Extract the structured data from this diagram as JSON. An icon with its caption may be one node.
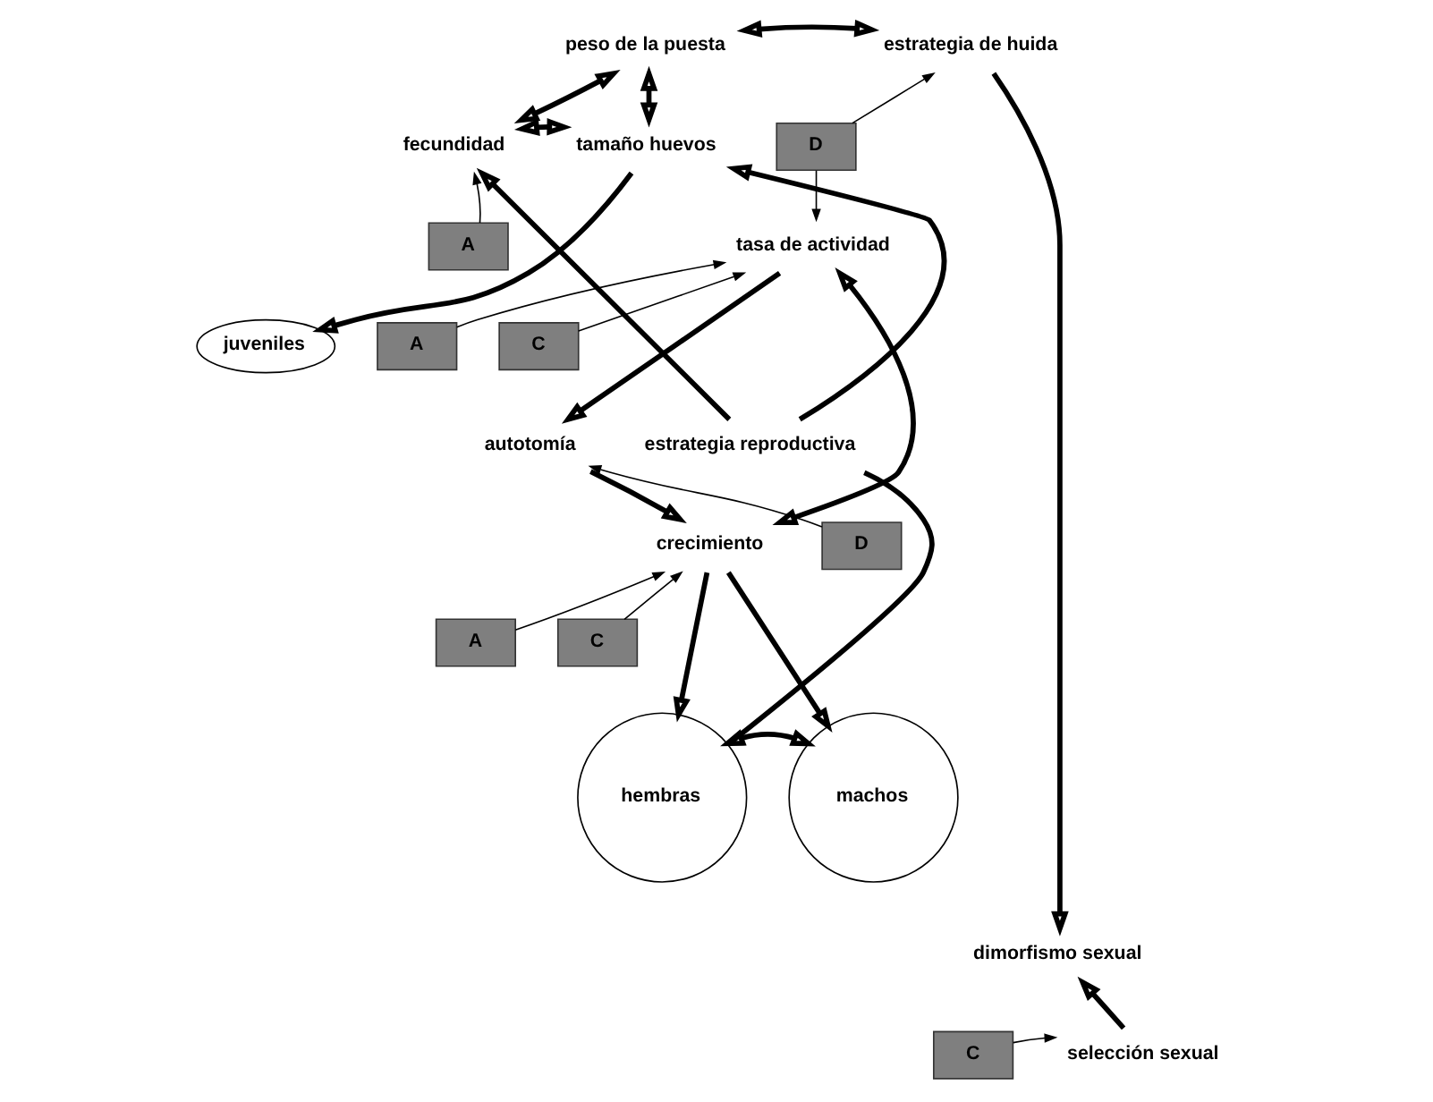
{
  "diagram": {
    "nodes": [
      {
        "text": [
          "peso de la puesta"
        ]
      },
      {
        "text": [
          "estrategia de huida"
        ]
      },
      {
        "text": [
          "fecundidad"
        ]
      },
      {
        "text": [
          "tamaño huevos"
        ]
      },
      {
        "text": [
          "A"
        ]
      },
      {
        "text": [
          "D"
        ]
      },
      {
        "text": [
          "tasa de actividad"
        ]
      },
      {
        "text": [
          "juveniles"
        ]
      },
      {
        "text": [
          "A"
        ]
      },
      {
        "text": [
          "C"
        ]
      },
      {
        "text": [
          "autotomía"
        ]
      },
      {
        "text": [
          "estrategia reproductiva"
        ]
      },
      {
        "text": [
          "crecimiento"
        ]
      },
      {
        "text": [
          "D"
        ]
      },
      {
        "text": [
          "A"
        ]
      },
      {
        "text": [
          "C"
        ]
      },
      {
        "text": [
          "hembras"
        ]
      },
      {
        "text": [
          "machos"
        ]
      },
      {
        "text": [
          "dimorfismo sexual"
        ]
      },
      {
        "text": [
          "C"
        ]
      },
      {
        "text": [
          "selección sexual"
        ]
      }
    ],
    "edges": [
      {
        "from": 0,
        "to": 1,
        "arrow": "both"
      },
      {
        "from": 0,
        "to": 2,
        "arrow": "both"
      },
      {
        "from": 0,
        "to": 3,
        "arrow": "both"
      },
      {
        "from": 2,
        "to": 3,
        "arrow": "both"
      },
      {
        "from": 4,
        "to": 2,
        "arrow": "to"
      },
      {
        "from": 5,
        "to": 1,
        "arrow": "to"
      },
      {
        "from": 5,
        "to": 6,
        "arrow": "to"
      },
      {
        "from": 3,
        "to": 7,
        "arrow": "to"
      },
      {
        "from": 8,
        "to": 6,
        "arrow": "to"
      },
      {
        "from": 9,
        "to": 6,
        "arrow": "to"
      },
      {
        "from": 6,
        "to": 10,
        "arrow": "to"
      },
      {
        "from": 6,
        "to": 12,
        "arrow": "both"
      },
      {
        "from": 10,
        "to": 12,
        "arrow": "to"
      },
      {
        "from": 13,
        "to": 10,
        "arrow": "to"
      },
      {
        "from": 16,
        "to": 11,
        "arrow": "none"
      },
      {
        "from": 11,
        "to": 2,
        "arrow": "to"
      },
      {
        "from": 11,
        "to": 3,
        "arrow": "to"
      },
      {
        "from": 14,
        "to": 12,
        "arrow": "to"
      },
      {
        "from": 15,
        "to": 12,
        "arrow": "to"
      },
      {
        "from": 12,
        "to": 16,
        "arrow": "to"
      },
      {
        "from": 12,
        "to": 17,
        "arrow": "to"
      },
      {
        "from": 16,
        "to": 17,
        "arrow": "both"
      },
      {
        "from": 20,
        "to": 18,
        "arrow": "to"
      },
      {
        "from": 19,
        "to": 20,
        "arrow": "to"
      },
      {
        "from": 1,
        "to": 18,
        "arrow": "to"
      }
    ]
  }
}
